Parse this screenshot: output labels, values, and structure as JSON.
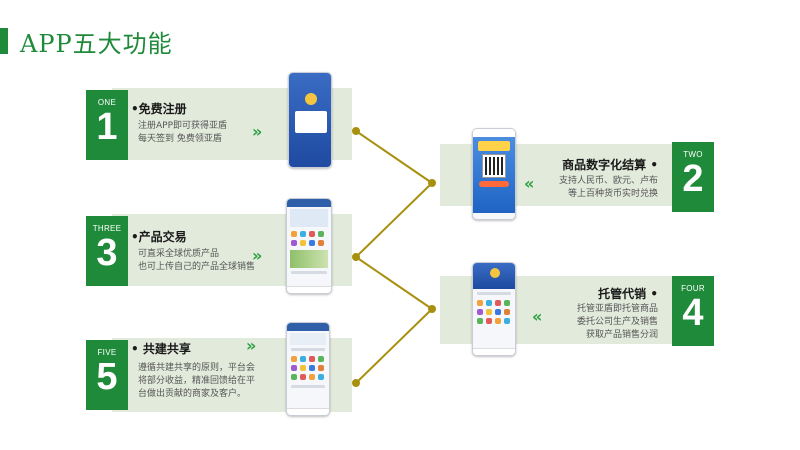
{
  "page": {
    "title": "APP五大功能"
  },
  "colors": {
    "accent": "#1f8a3a",
    "card_bg": "#e2eadb",
    "connector": "#a8900f",
    "chevron": "#2ea043"
  },
  "features": [
    {
      "word": "ONE",
      "number": "1",
      "title": "•免费注册",
      "desc": [
        "注册APP即可获得亚盾",
        "每天签到 免费领亚盾"
      ],
      "chevron": "»"
    },
    {
      "word": "TWO",
      "number": "2",
      "title": "商品数字化结算 •",
      "desc": [
        "支持人民币、欧元、卢布",
        "等上百种货币实时兑换"
      ],
      "chevron": "«"
    },
    {
      "word": "THREE",
      "number": "3",
      "title": "•产品交易",
      "desc": [
        "可直采全球优质产品",
        "也可上传自己的产品全球销售"
      ],
      "chevron": "»"
    },
    {
      "word": "FOUR",
      "number": "4",
      "title": "托管代销 •",
      "desc": [
        "托管亚盾即托管商品",
        "委托公司生产及销售",
        "获取产品销售分润"
      ],
      "chevron": "«"
    },
    {
      "word": "FIVE",
      "number": "5",
      "title": "• 共建共享",
      "desc": [
        "遵循共建共享的原则，平台会",
        "将部分收益，精准回馈给在平",
        "台做出贡献的商家及客户。"
      ],
      "chevron": "»"
    }
  ]
}
